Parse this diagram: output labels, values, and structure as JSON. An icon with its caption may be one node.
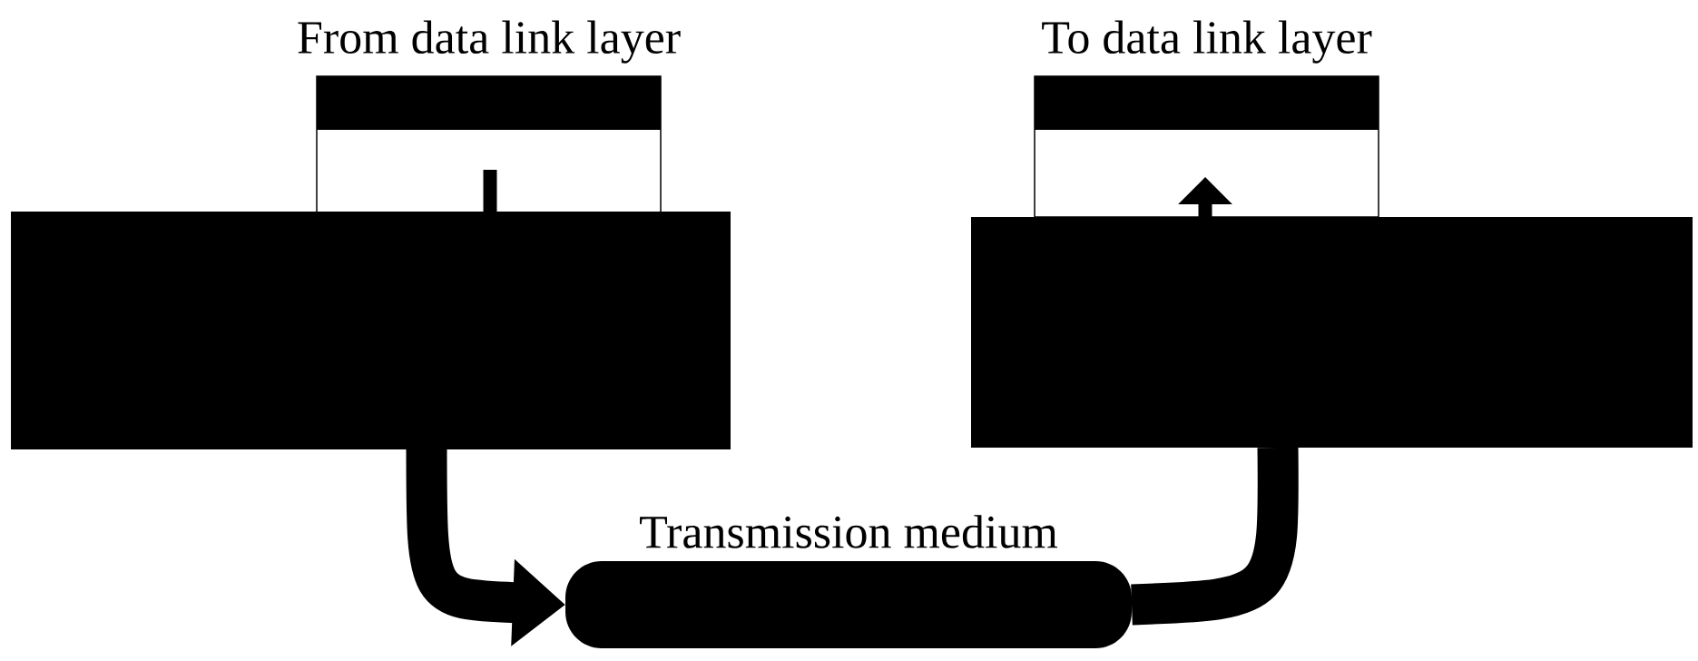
{
  "diagram": {
    "nodes": [
      {
        "text": [
          "From data link layer"
        ]
      },
      {
        "text": [],
        "shape": "box"
      },
      {
        "text": [
          "Transmission medium"
        ]
      },
      {
        "text": [],
        "shape": "box"
      },
      {
        "text": [
          "To data link layer"
        ]
      }
    ],
    "edges": [
      {
        "from": 0,
        "to": 1,
        "arrow": "none"
      },
      {
        "from": 1,
        "to": 2,
        "arrow": "to",
        "style": "thick"
      },
      {
        "from": 2,
        "to": 3,
        "arrow": "none",
        "style": "thick"
      },
      {
        "from": 3,
        "to": 4,
        "arrow": "to"
      }
    ]
  }
}
